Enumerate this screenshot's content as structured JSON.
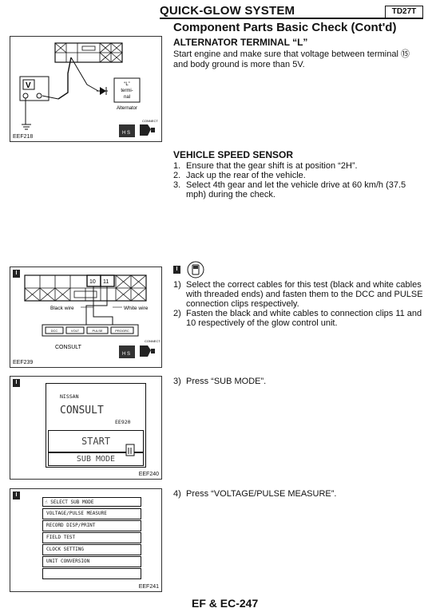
{
  "header": {
    "title": "QUICK-GLOW SYSTEM",
    "badge": "TD27T",
    "subtitle": "Component Parts Basic Check (Cont'd)"
  },
  "alternator": {
    "title": "ALTERNATOR TERMINAL “L”",
    "text": "Start engine and make sure that voltage between terminal ⑮ and body ground is more than 5V.",
    "figure": {
      "code": "EEF218",
      "meter": "V",
      "terminal_label": [
        "“L”",
        "termi-",
        "nal"
      ],
      "alternator_label": "Alternator",
      "connect_label": "CONNECT",
      "hs_label": "H S"
    }
  },
  "speed_sensor": {
    "title": "VEHICLE SPEED SENSOR",
    "steps": [
      {
        "num": "1.",
        "text": "Ensure that the gear shift is at position “2H”."
      },
      {
        "num": "2.",
        "text": "Jack up the rear of the vehicle."
      },
      {
        "num": "3.",
        "text": "Select 4th gear and let the vehicle drive at 60 km/h (37.5 mph) during the check."
      }
    ]
  },
  "consult_steps": [
    {
      "num": "1)",
      "text": "Select the correct cables for this test (black and white cables with threaded ends) and fasten them to the DCC and PULSE connection clips respectively."
    },
    {
      "num": "2)",
      "text": "Fasten the black and white cables to connection clips 11 and 10 respectively of the glow control unit."
    },
    {
      "num": "3)",
      "text": "Press “SUB MODE”."
    },
    {
      "num": "4)",
      "text": "Press “VOLTAGE/PULSE MEASURE”."
    }
  ],
  "fig239": {
    "code": "EEF239",
    "pins": [
      "10",
      "11"
    ],
    "black_wire": "Black wire",
    "white_wire": "White wire",
    "buttons": [
      "DCC",
      "VOLT",
      "PULSE",
      "PROGRC"
    ],
    "consult_label": "CONSULT",
    "connect_label": "CONNECT",
    "hs_label": "H S"
  },
  "fig240": {
    "code": "EEF240",
    "brand": "NISSAN",
    "product": "CONSULT",
    "model": "EE920",
    "start": "START",
    "sub_mode": "SUB MODE"
  },
  "fig241": {
    "code": "EEF241",
    "menu_title": "SELECT SUB MODE",
    "items": [
      "VOLTAGE/PULSE MEASURE",
      "RECORD DISP/PRINT",
      "FIELD TEST",
      "CLOCK SETTING",
      "UNIT CONVERSION",
      ""
    ]
  },
  "footer": "EF & EC-247"
}
